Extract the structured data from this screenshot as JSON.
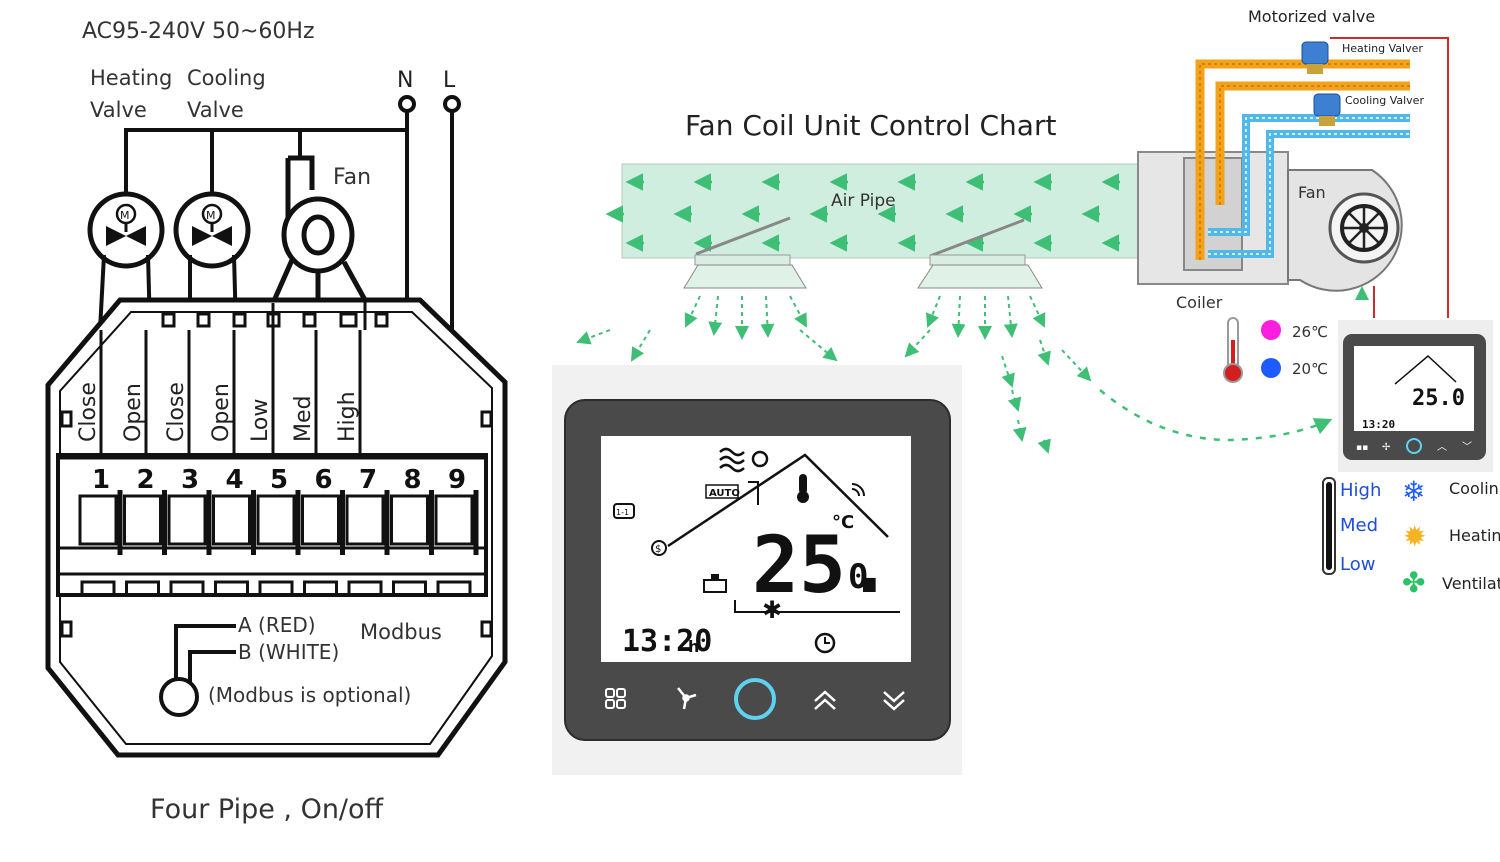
{
  "wiring": {
    "supply": "AC95-240V  50~60Hz",
    "heating_valve_line1": "Heating",
    "heating_valve_line2": "Valve",
    "cooling_valve_line1": "Cooling",
    "cooling_valve_line2": "Valve",
    "fan": "Fan",
    "neutral": "N",
    "live": "L",
    "terminal_labels": [
      "Close",
      "Open",
      "Close",
      "Open",
      "Low",
      "Med",
      "High"
    ],
    "terminal_numbers": [
      "1",
      "2",
      "3",
      "4",
      "5",
      "6",
      "7",
      "8",
      "9"
    ],
    "modbus_a": "A (RED)",
    "modbus_b": "B (WHITE)",
    "modbus": "Modbus",
    "modbus_note": "(Modbus is optional)",
    "caption": "Four Pipe , On/off"
  },
  "chart": {
    "title": "Fan Coil Unit Control Chart",
    "air_pipe": "Air Pipe",
    "fan": "Fan",
    "coiler": "Coiler",
    "motorized_valve": "Motorized valve",
    "heating_valve": "Heating Valver",
    "cooling_valve": "Cooling Valver",
    "temp_high": "26℃",
    "temp_low": "20℃"
  },
  "thermostat": {
    "temperature": "25.",
    "temperature_decimal": "0",
    "unit": "°C",
    "time": "13:20",
    "time_suffix": "h",
    "auto_badge": "AUTO",
    "small_temperature": "25.0",
    "small_time": "13:20"
  },
  "legend": {
    "speeds": [
      "High",
      "Med",
      "Low"
    ],
    "modes": [
      "Coolin",
      "Heatin",
      "Ventilat"
    ]
  },
  "colors": {
    "heating_pipe": "#f3a21c",
    "cooling_pipe": "#52b8ea",
    "air_pipe": "#cfeee0",
    "arrow": "#3fbf75",
    "speed_text": "#1c4fd6",
    "hot_dot": "#ff1ee0",
    "cold_dot": "#1f5cff",
    "ring": "#5fd2f0",
    "signal_wire": "#d12a2a"
  }
}
